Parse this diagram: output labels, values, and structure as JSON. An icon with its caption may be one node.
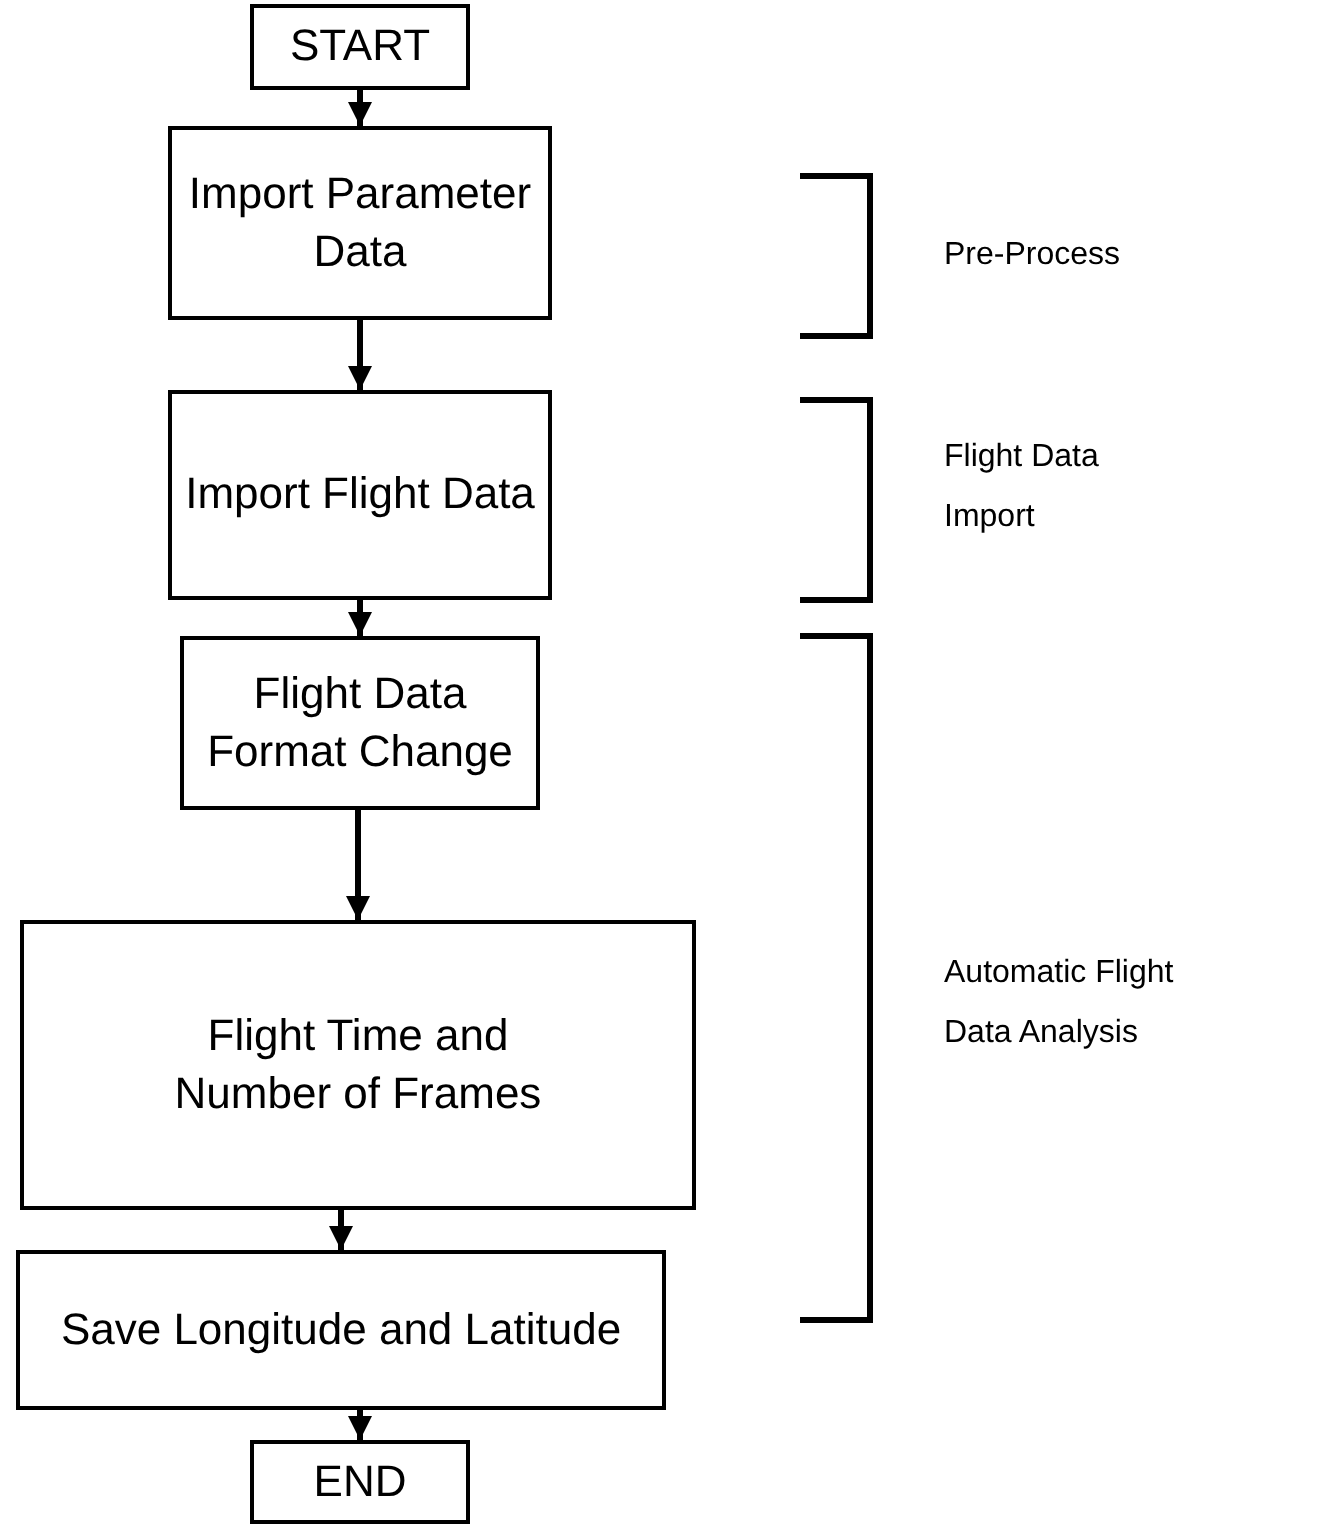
{
  "diagram": {
    "nodes": [
      {
        "text": [
          "START"
        ]
      },
      {
        "text": [
          "Import Parameter Data"
        ]
      },
      {
        "text": [
          "Import Flight Data"
        ]
      },
      {
        "text": [
          "Flight Data Format Change"
        ]
      },
      {
        "text": [
          "Flight Time and Number of Frames"
        ]
      },
      {
        "text": [
          "Save Longitude and Latitude"
        ]
      },
      {
        "text": [
          "END"
        ]
      }
    ],
    "edges": [
      {
        "from": 0,
        "to": 1,
        "arrow": "to"
      },
      {
        "from": 1,
        "to": 2,
        "arrow": "to"
      },
      {
        "from": 2,
        "to": 3,
        "arrow": "to"
      },
      {
        "from": 3,
        "to": 4,
        "arrow": "to"
      },
      {
        "from": 4,
        "to": 5,
        "arrow": "to"
      },
      {
        "from": 5,
        "to": 6,
        "arrow": "to"
      }
    ],
    "labels": [
      "Pre-Process",
      "Flight Data Import",
      "Automatic Flight Data Analysis"
    ]
  }
}
